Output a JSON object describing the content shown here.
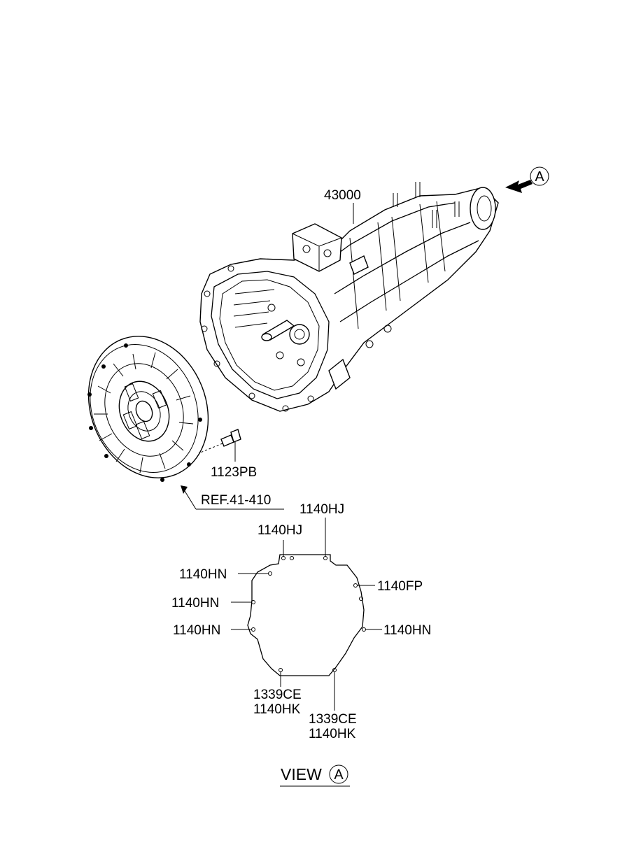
{
  "callouts": {
    "view_marker": "A",
    "transmission": "43000",
    "bolt": "1123PB",
    "clutch_ref": "REF.41-410",
    "top_right_hj": "1140HJ",
    "top_left_hj": "1140HJ",
    "upper_left_hn": "1140HN",
    "mid_left_hn": "1140HN",
    "lower_left_hn": "1140HN",
    "right_fp": "1140FP",
    "right_hn": "1140HN",
    "bottom_left_ce": "1339CE",
    "bottom_left_hk": "1140HK",
    "bottom_right_ce": "1339CE",
    "bottom_right_hk": "1140HK"
  },
  "view_caption": {
    "text": "VIEW",
    "marker": "A"
  }
}
